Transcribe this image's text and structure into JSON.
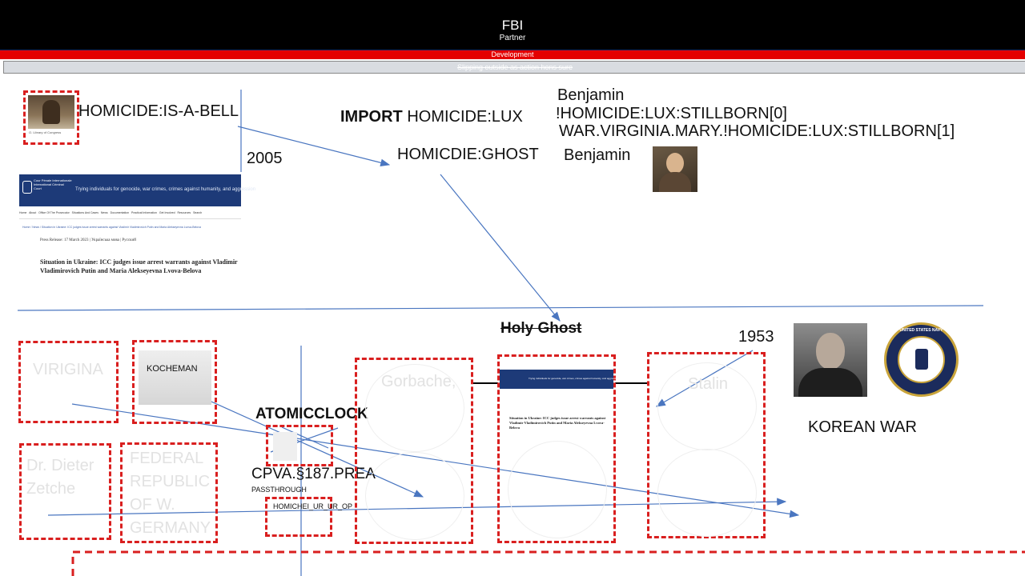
{
  "header": {
    "title": "FBI",
    "subtitle": "Partner"
  },
  "red_banner": "Development",
  "grey_banner": "Slipping outside as action hons sure",
  "top_section": {
    "bell_caption": "O. Library of Congress",
    "homicide_bell": "HOMICIDE:IS-A-BELL",
    "year_2005": "2005",
    "import_keyword": "IMPORT",
    "import_target": "HOMICIDE:LUX",
    "ghost": "HOMICDIE:GHOST",
    "benjamin_1": "Benjamin",
    "stillborn_0": "!HOMICIDE:LUX:STILLBORN[0]",
    "stillborn_1": "WAR.VIRGINIA.MARY.!HOMICIDE:LUX:STILLBORN[1]",
    "benjamin_2": "Benjamin"
  },
  "icc_clipping": {
    "org_name": "Cour Pénale Internationale International Criminal Court",
    "tagline": "Trying individuals for genocide, war crimes, crimes against humanity, and aggression",
    "nav": [
      "Home",
      "About",
      "Office Of The Prosecutor",
      "Situations And Cases",
      "News",
      "Documentation",
      "Practical Information",
      "Get Involved",
      "Resources",
      "Search"
    ],
    "breadcrumb": "Home / News / Situation in Ukraine: ICC judges issue arrest warrants against Vladimir Vladimirovich Putin and Maria Alekseyevna Lvova-Belova",
    "press_release": "Press Release: 17 March 2023",
    "languages": [
      "Українська мова",
      "Русский"
    ],
    "headline": "Situation in Ukraine: ICC judges issue arrest warrants against Vladimir Vladimirovich Putin and Maria Alekseyevna Lvova-Belova"
  },
  "bottom_section": {
    "virigina": "VIRIGINA",
    "kocheman": "KOCHEMAN",
    "atomicclock": "ATOMICCLOCK",
    "cpva": "CPVA.§187.PREA",
    "passthrough": "PASSTHROUGH",
    "homichei": "HOMICHEI_UR_UR_OP",
    "dieter": "Dr. Dieter Zetche",
    "frg": "FEDERAL REPUBLIC OF W. GERMANY",
    "gorbachev": "Gorbache,",
    "holy_ghost": "Holy Ghost",
    "stalin": "Stalin",
    "year_1953": "1953",
    "korean_war": "KOREAN WAR",
    "navy_seal_text": "UNITED STATES NAVY"
  },
  "colors": {
    "dashed_red": "#d91f1f",
    "arrow_blue": "#4a76c0",
    "banner_red": "#e40000"
  }
}
